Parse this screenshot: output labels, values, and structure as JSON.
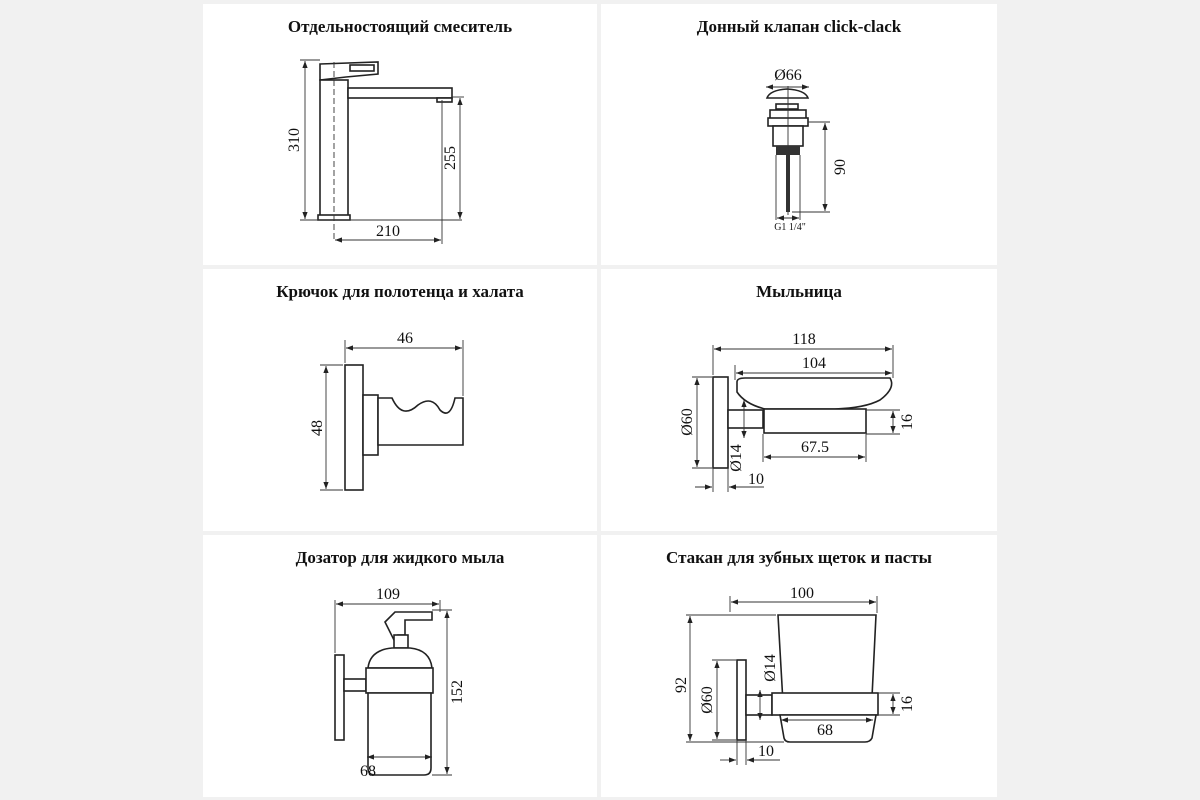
{
  "panels": [
    {
      "title": "Отдельностоящий смеситель",
      "dims": {
        "height_total": "310",
        "spout_height": "255",
        "reach": "210"
      }
    },
    {
      "title": "Донный клапан click-clack",
      "dims": {
        "diameter": "Ø66",
        "height": "90",
        "thread": "G1 1/4\""
      }
    },
    {
      "title": "Крючок для полотенца и халата",
      "dims": {
        "depth": "46",
        "height": "48"
      }
    },
    {
      "title": "Мыльница",
      "dims": {
        "depth_total": "118",
        "dish_width": "104",
        "plate_diameter": "Ø60",
        "stem_diameter": "Ø14",
        "base_height": "16",
        "base_width": "67.5",
        "plate_thickness": "10"
      }
    },
    {
      "title": "Дозатор для жидкого мыла",
      "dims": {
        "depth": "109",
        "height": "152",
        "width": "68"
      }
    },
    {
      "title": "Стакан для зубных щеток и пасты",
      "dims": {
        "depth": "100",
        "height": "92",
        "plate_diameter": "Ø60",
        "stem_diameter": "Ø14",
        "holder_height": "16",
        "glass_width": "68",
        "plate_thickness": "10"
      }
    }
  ]
}
